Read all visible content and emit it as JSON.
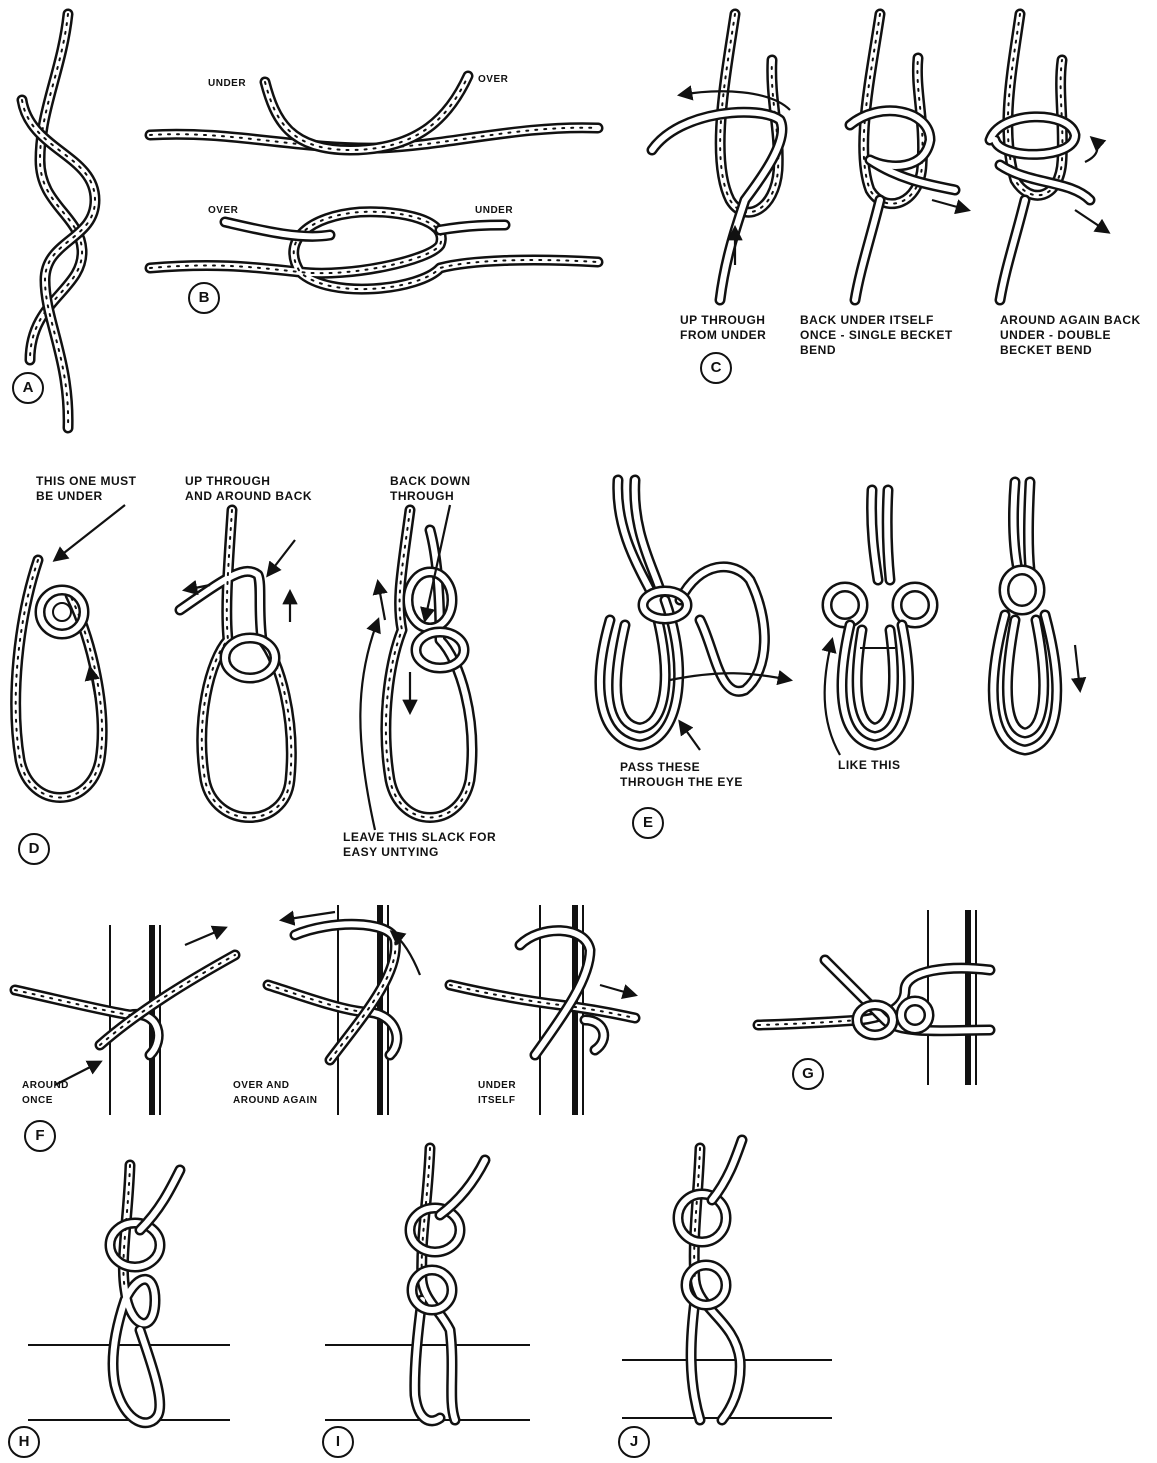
{
  "panels": {
    "a": {
      "letter": "A"
    },
    "b": {
      "letter": "B",
      "label_under_top": "UNDER",
      "label_over_top": "OVER",
      "label_over_bottom": "OVER",
      "label_under_bottom": "UNDER"
    },
    "c": {
      "letter": "C",
      "step1": "UP THROUGH\nFROM UNDER",
      "step2": "BACK UNDER ITSELF\nONCE - SINGLE BECKET\nBEND",
      "step3": "AROUND AGAIN BACK\nUNDER - DOUBLE\nBECKET BEND"
    },
    "d": {
      "letter": "D",
      "step1": "THIS ONE MUST\nBE UNDER",
      "step2": "UP THROUGH\nAND AROUND BACK",
      "step3": "BACK DOWN\nTHROUGH",
      "note": "LEAVE THIS SLACK FOR\nEASY UNTYING"
    },
    "e": {
      "letter": "E",
      "step1": "PASS THESE\nTHROUGH THE EYE",
      "step2": "LIKE THIS"
    },
    "f": {
      "letter": "F",
      "step1": "AROUND\nONCE",
      "step2": "OVER AND\nAROUND AGAIN",
      "step3": "UNDER\nITSELF"
    },
    "g": {
      "letter": "G"
    },
    "h": {
      "letter": "H"
    },
    "i": {
      "letter": "I"
    },
    "j": {
      "letter": "J"
    }
  }
}
